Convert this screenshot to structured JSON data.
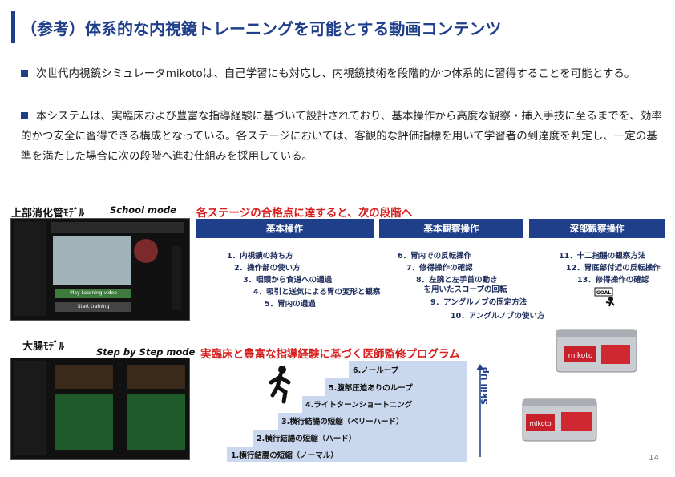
{
  "title": "（参考）体系的な内視鏡トレーニングを可能とする動画コンテンツ",
  "bullets": [
    "次世代内視鏡シミュレータmikotoは、自己学習にも対応し、内視鏡技術を段階的かつ体系的に習得することを可能とする。",
    "本システムは、実臨床および豊富な指導経験に基づいて設計されており、基本操作から高度な観察・挿入手技に至るまでを、効率的かつ安全に習得できる構成となっている。各ステージにおいては、客観的な評価指標を用いて学習者の到達度を判定し、一定の基準を満たした場合に次の段階へ進む仕組みを採用している。"
  ],
  "upper": {
    "label": "上部消化管ﾓﾃﾞﾙ",
    "mode": "School mode",
    "screen": {
      "btn1": "Play Learning video",
      "btn2": "Start training"
    }
  },
  "colon": {
    "label": "大腸ﾓﾃﾞﾙ",
    "mode": "Step by Step mode"
  },
  "headline_stages": "各ステージの合格点に達すると、次の段階へ",
  "headline_program": "実臨床と豊富な指導経験に基づく医師監修プログラム",
  "stages": [
    {
      "name": "基本操作",
      "items": [
        "1．内視鏡の持ち方",
        "2．操作部の使い方",
        "3．咽頭から食道への通過",
        "4．吸引と送気による胃の変形と観察",
        "5．胃内の通過"
      ]
    },
    {
      "name": "基本観察操作",
      "items": [
        "6．胃内での反転操作",
        "7．修得操作の確認",
        "8．左腕と左手首の動き",
        "　を用いたスコープの回転",
        "9．アングルノブの固定方法",
        "10．アングルノブの使い方"
      ]
    },
    {
      "name": "深部観察操作",
      "items": [
        "11．十二指腸の観察方法",
        "12．胃底部付近の反転操作",
        "13．修得操作の確認"
      ]
    }
  ],
  "goal": "GOAL",
  "stairs": [
    "1.横行結腸の短縮（ノーマル）",
    "2.横行結腸の短縮（ハード）",
    "3.横行結腸の短縮（ベリーハード）",
    "4.ライトターンショートニング",
    "5.腹部圧迫ありのループ",
    "6.ノーループ"
  ],
  "skill_up": "Skill Up",
  "device_brand": "mikoto",
  "page_number": "14",
  "colors": {
    "brand": "#1f3f8a",
    "accent_red": "#d62020",
    "stair": "#c9d7ef"
  }
}
